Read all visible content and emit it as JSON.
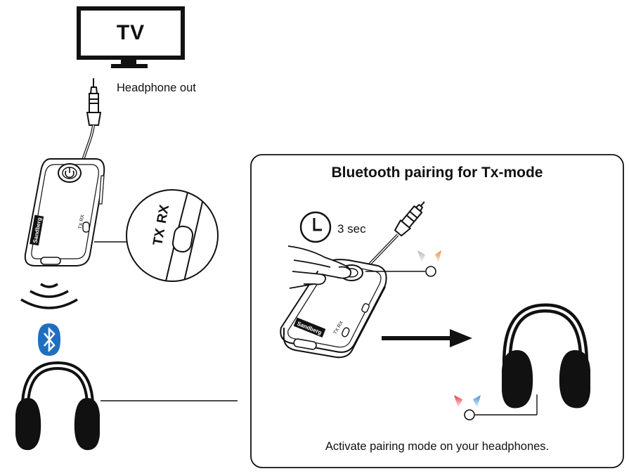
{
  "tv": {
    "label": "TV"
  },
  "connection": {
    "label": "Headphone out"
  },
  "panel": {
    "title": "Bluetooth pairing for Tx-mode",
    "timer": "3 sec",
    "instruction": "Activate pairing mode on your headphones."
  },
  "device": {
    "brand": "Sandberg",
    "switch_tx": "TX",
    "switch_rx": "RX"
  },
  "colors": {
    "led_orange": "#f08a3c",
    "led_blue": "#3a8fd8",
    "led_red": "#e8333c",
    "led_grey": "#b4b4b4",
    "bluetooth": "#1f6fc1"
  },
  "icons": [
    "tv-icon",
    "audio-jack-icon",
    "bluetooth-icon",
    "signal-waves-icon",
    "headphones-icon",
    "clock-icon",
    "hand-icon",
    "arrow-right-icon",
    "power-button-icon"
  ]
}
